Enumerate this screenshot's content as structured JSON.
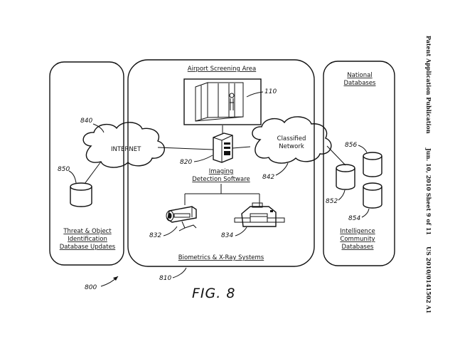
{
  "header": {
    "publication": "Patent Application Publication",
    "date_sheet": "Jun. 10, 2010  Sheet 9 of 11",
    "pub_number": "US 2010/0141502 A1"
  },
  "figure": {
    "caption": "FIG. 8",
    "ref_system": "800"
  },
  "left_panel": {
    "ref_cloud": "840",
    "cloud_label": "INTERNET",
    "ref_db": "850",
    "title_lines": [
      "Threat & Object",
      "Identification",
      "Database Updates"
    ]
  },
  "center_panel": {
    "ref_panel": "810",
    "title": "Airport Screening Area",
    "ref_booth": "110",
    "ref_computer": "820",
    "software_lines": [
      "Imaging",
      "Detection Software"
    ],
    "ref_camera": "832",
    "ref_xray": "834",
    "footer": "Biometrics & X-Ray Systems"
  },
  "network": {
    "cloud_lines": [
      "Classified",
      "Network"
    ],
    "ref": "842"
  },
  "right_panel": {
    "title_lines": [
      "National",
      "Databases"
    ],
    "ref_db_top": "856",
    "ref_db_mid": "852",
    "ref_db_bottom": "854",
    "footer_lines": [
      "Intelligence",
      "Community",
      "Databases"
    ]
  }
}
